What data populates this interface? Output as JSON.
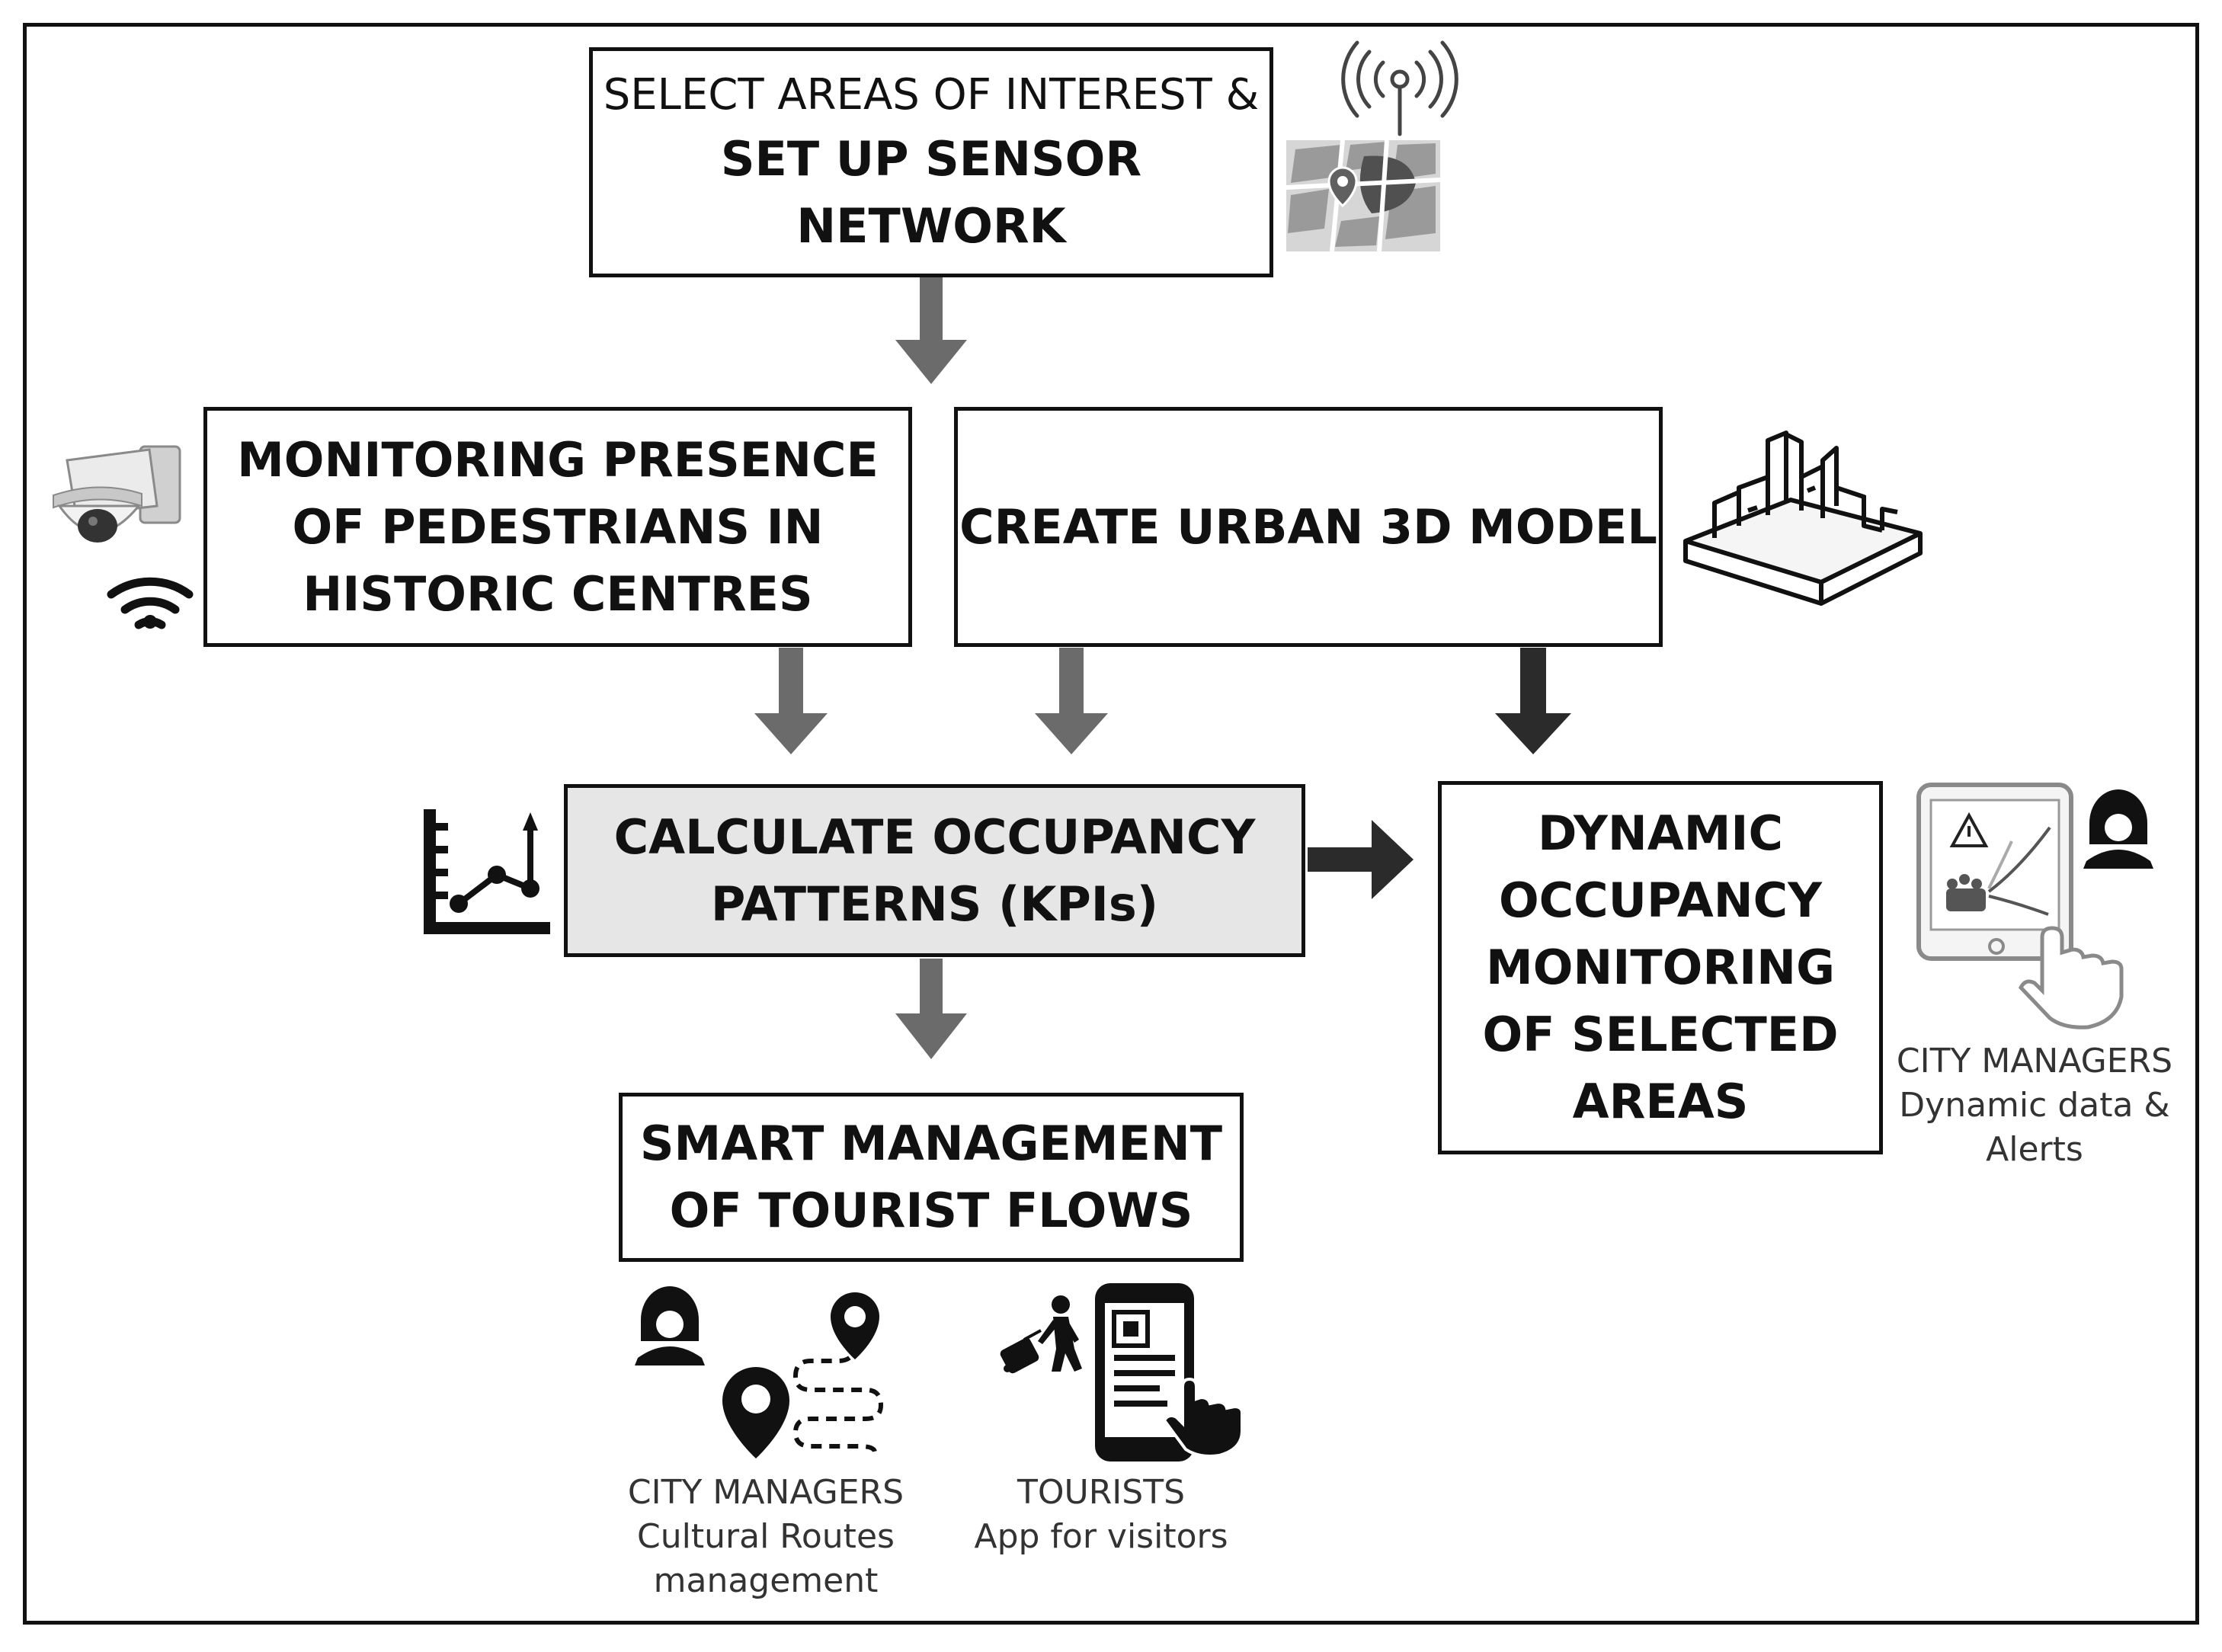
{
  "boxes": {
    "sensor_network": {
      "line1": "SELECT AREAS OF INTEREST &",
      "line2": "SET UP SENSOR\nNETWORK"
    },
    "monitoring": {
      "text": "MONITORING PRESENCE\nOF PEDESTRIANS IN\nHISTORIC CENTRES"
    },
    "urban_model": {
      "text": "CREATE URBAN 3D MODEL"
    },
    "occupancy": {
      "text": "CALCULATE OCCUPANCY\nPATTERNS (KPIs)"
    },
    "dynamic": {
      "text": "DYNAMIC\nOCCUPANCY\nMONITORING\nOF SELECTED\nAREAS"
    },
    "smart": {
      "text": "SMART MANAGEMENT\nOF TOURIST FLOWS"
    }
  },
  "captions": {
    "city_managers_dynamic": [
      "CITY MANAGERS",
      "Dynamic data &",
      "Alerts"
    ],
    "city_managers_routes": [
      "CITY MANAGERS",
      "Cultural Routes",
      "management"
    ],
    "tourists": [
      "TOURISTS",
      "App for visitors"
    ]
  },
  "icons": [
    "antenna-icon",
    "map-pin-icon",
    "security-camera-icon",
    "wifi-icon",
    "city-3d-icon",
    "line-chart-icon",
    "tablet-alert-icon",
    "manager-avatar-icon",
    "route-icon",
    "tourist-luggage-icon",
    "smartphone-app-icon"
  ],
  "colors": {
    "border": "#111111",
    "arrow": "#6b6b6b",
    "arrow_dark": "#2b2b2b",
    "highlight_box": "#e6e6e6"
  }
}
